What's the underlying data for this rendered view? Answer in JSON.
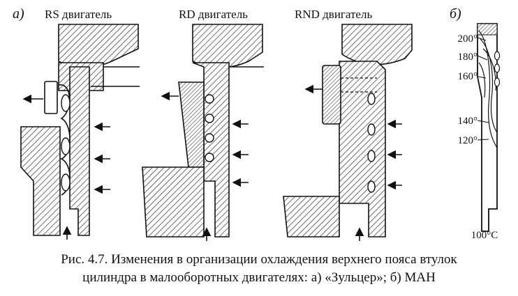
{
  "part_a": {
    "letter": "а)"
  },
  "part_b": {
    "letter": "б)"
  },
  "engines": [
    {
      "label": "RS двигатель"
    },
    {
      "label": "RD двигатель"
    },
    {
      "label": "RND двигатель"
    }
  ],
  "temperatures": [
    "200°",
    "180°",
    "160°",
    "140°",
    "120°",
    "100°С"
  ],
  "caption": {
    "line1": "Рис. 4.7. Изменения в организации охлаждения верхнего пояса втулок",
    "line2": "цилиндра в малооборотных двигателях: а) «Зульцер»; б) МАН"
  }
}
